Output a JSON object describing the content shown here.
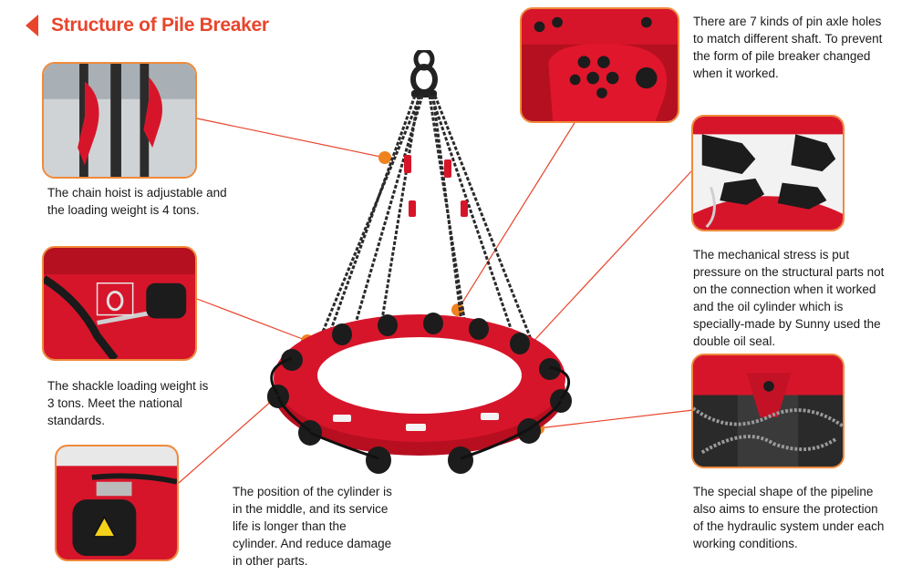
{
  "header": {
    "title": "Structure of Pile Breaker"
  },
  "callouts": [
    {
      "id": "pin-holes",
      "text": "There are 7 kinds of pin axle holes to match different shaft. To prevent the form of pile breaker changed when it worked."
    },
    {
      "id": "chain-hoist",
      "text": "The chain hoist is adjustable and the loading weight is 4 tons."
    },
    {
      "id": "mechanical-stress",
      "text": "The mechanical stress is put pressure on the structural parts not on the connection when it worked and the oil cylinder which is specially-made by Sunny used the double oil seal."
    },
    {
      "id": "shackle",
      "text": "The shackle loading weight is 3 tons. Meet the national standards."
    },
    {
      "id": "cylinder",
      "text": "The position of the cylinder is in the middle, and its service life is longer than the cylinder. And reduce damage in other parts."
    },
    {
      "id": "pipeline",
      "text": "The special shape of the pipeline also aims to ensure the protection of the hydraulic system under each working conditions."
    }
  ],
  "colors": {
    "accent": "#e8452c",
    "border": "#f08a3a",
    "marker": "#f0821e",
    "machine_red": "#d7152a"
  },
  "icons": [
    "back-arrow-icon",
    "warning-icon"
  ]
}
